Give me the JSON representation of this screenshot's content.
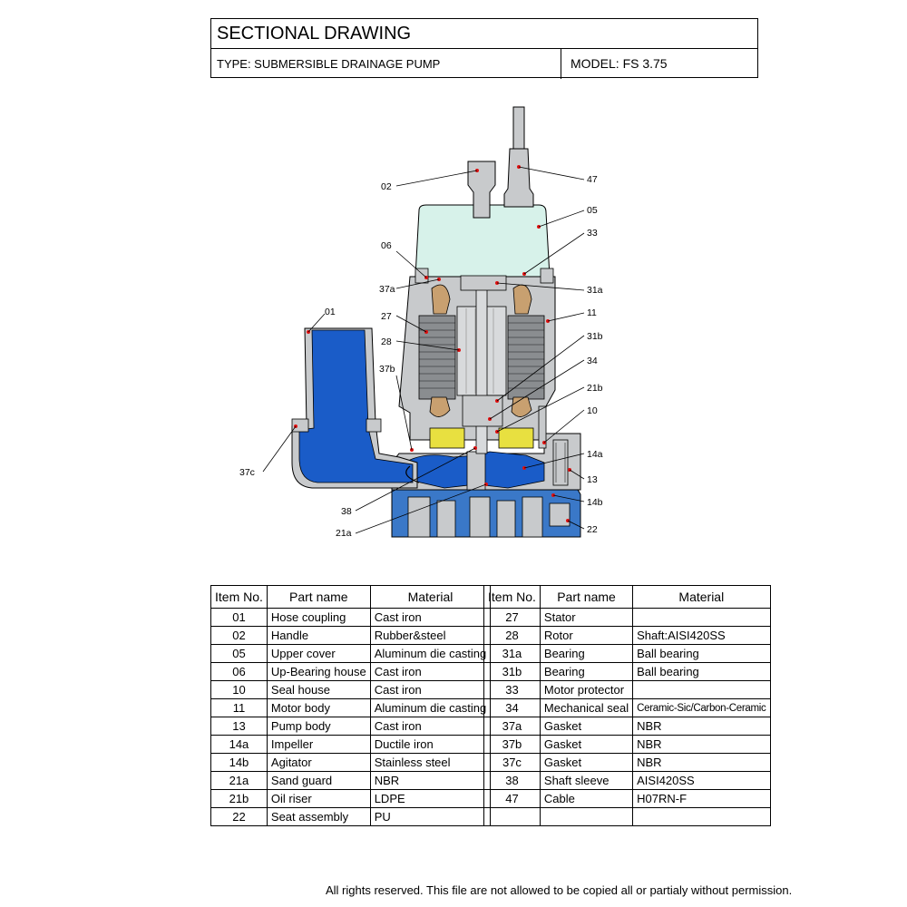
{
  "header": {
    "title": "SECTIONAL DRAWING",
    "type": "TYPE: SUBMERSIBLE DRAINAGE PUMP",
    "model": "MODEL: FS 3.75"
  },
  "drawing_labels": {
    "l02": "02",
    "l47": "47",
    "l05": "05",
    "l06": "06",
    "l33": "33",
    "l37a": "37a",
    "l31a": "31a",
    "l01": "01",
    "l27": "27",
    "l11": "11",
    "l28": "28",
    "l31b": "31b",
    "l37b": "37b",
    "l34": "34",
    "l21b": "21b",
    "l10": "10",
    "l14a": "14a",
    "l37c": "37c",
    "l13": "13",
    "l38": "38",
    "l14b": "14b",
    "l21a": "21a",
    "l22": "22"
  },
  "table_headers": {
    "item_no": "Item No.",
    "part_name": "Part name",
    "material": "Material"
  },
  "left_table": [
    {
      "no": "01",
      "name": "Hose coupling",
      "material": "Cast iron"
    },
    {
      "no": "02",
      "name": "Handle",
      "material": "Rubber&steel"
    },
    {
      "no": "05",
      "name": "Upper cover",
      "material": "Aluminum die casting"
    },
    {
      "no": "06",
      "name": "Up-Bearing house",
      "material": "Cast iron"
    },
    {
      "no": "10",
      "name": "Seal house",
      "material": "Cast iron"
    },
    {
      "no": "11",
      "name": "Motor body",
      "material": "Aluminum die casting"
    },
    {
      "no": "13",
      "name": "Pump body",
      "material": "Cast iron"
    },
    {
      "no": "14a",
      "name": "Impeller",
      "material": "Ductile iron"
    },
    {
      "no": "14b",
      "name": "Agitator",
      "material": "Stainless steel"
    },
    {
      "no": "21a",
      "name": "Sand guard",
      "material": "NBR"
    },
    {
      "no": "21b",
      "name": "Oil riser",
      "material": "LDPE"
    },
    {
      "no": "22",
      "name": "Seat assembly",
      "material": "PU"
    }
  ],
  "right_table": [
    {
      "no": "27",
      "name": "Stator",
      "material": ""
    },
    {
      "no": "28",
      "name": "Rotor",
      "material": "Shaft:AISI420SS"
    },
    {
      "no": "31a",
      "name": "Bearing",
      "material": "Ball bearing"
    },
    {
      "no": "31b",
      "name": "Bearing",
      "material": "Ball bearing"
    },
    {
      "no": "33",
      "name": "Motor protector",
      "material": ""
    },
    {
      "no": "34",
      "name": "Mechanical seal",
      "material": "Ceramic-Sic/Carbon-Ceramic"
    },
    {
      "no": "37a",
      "name": "Gasket",
      "material": "NBR"
    },
    {
      "no": "37b",
      "name": "Gasket",
      "material": "NBR"
    },
    {
      "no": "37c",
      "name": "Gasket",
      "material": "NBR"
    },
    {
      "no": "38",
      "name": "Shaft sleeve",
      "material": "AISI420SS"
    },
    {
      "no": "47",
      "name": "Cable",
      "material": "H07RN-F"
    },
    {
      "no": "",
      "name": "",
      "material": ""
    }
  ],
  "footer": "All rights reserved. This file are not allowed to be copied all or partialy without permission.",
  "colors": {
    "water": "#1a5cc8",
    "housing": "#c8cacc",
    "cover": "#d7f2ea",
    "stator": "#8a8d90",
    "rotor": "#d8dadc",
    "winding": "#c8a070",
    "oil": "#e8e040",
    "base": "#3a78c8",
    "marker": "#e01010"
  }
}
